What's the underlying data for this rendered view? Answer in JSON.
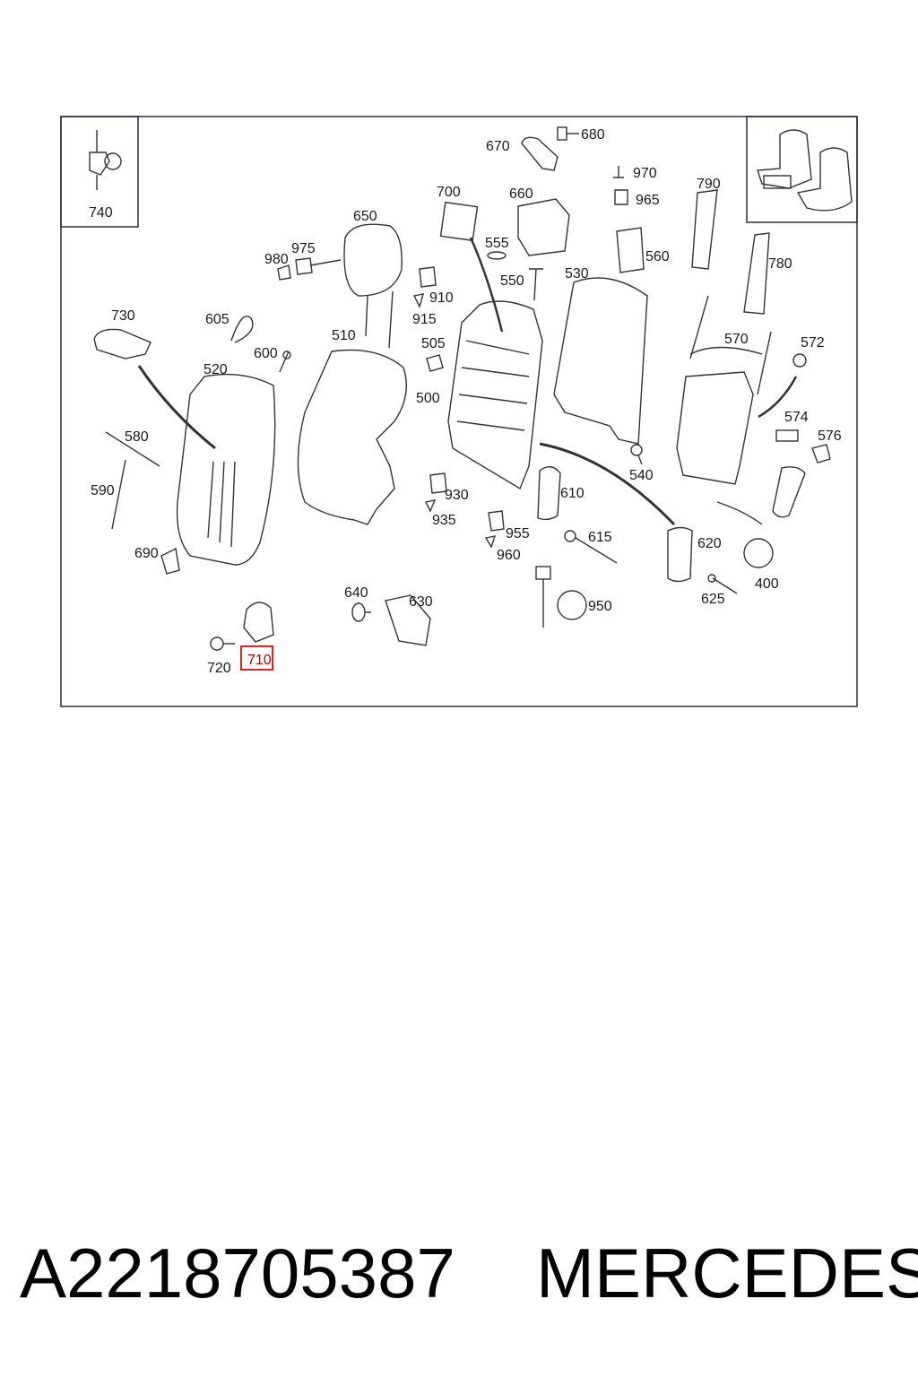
{
  "labels": {
    "p740": "740",
    "p670": "670",
    "p680": "680",
    "p700": "700",
    "p660": "660",
    "p970": "970",
    "p965": "965",
    "p790": "790",
    "p650": "650",
    "p975": "975",
    "p980": "980",
    "p555": "555",
    "p560": "560",
    "p780": "780",
    "p910": "910",
    "p915": "915",
    "p550": "550",
    "p530": "530",
    "p730": "730",
    "p605": "605",
    "p510": "510",
    "p505": "505",
    "p570": "570",
    "p572": "572",
    "p600": "600",
    "p520": "520",
    "p500": "500",
    "p574": "574",
    "p580": "580",
    "p576": "576",
    "p540": "540",
    "p590": "590",
    "p930": "930",
    "p610": "610",
    "p935": "935",
    "p955": "955",
    "p615": "615",
    "p620": "620",
    "p690": "690",
    "p960": "960",
    "p400": "400",
    "p640": "640",
    "p630": "630",
    "p625": "625",
    "p950": "950",
    "p720": "720",
    "p710": "710"
  },
  "footer": {
    "part_number": "A2218705387",
    "brand": "MERCEDES"
  },
  "colors": {
    "frame": "#2a2a4a",
    "highlight": "#e02020"
  }
}
